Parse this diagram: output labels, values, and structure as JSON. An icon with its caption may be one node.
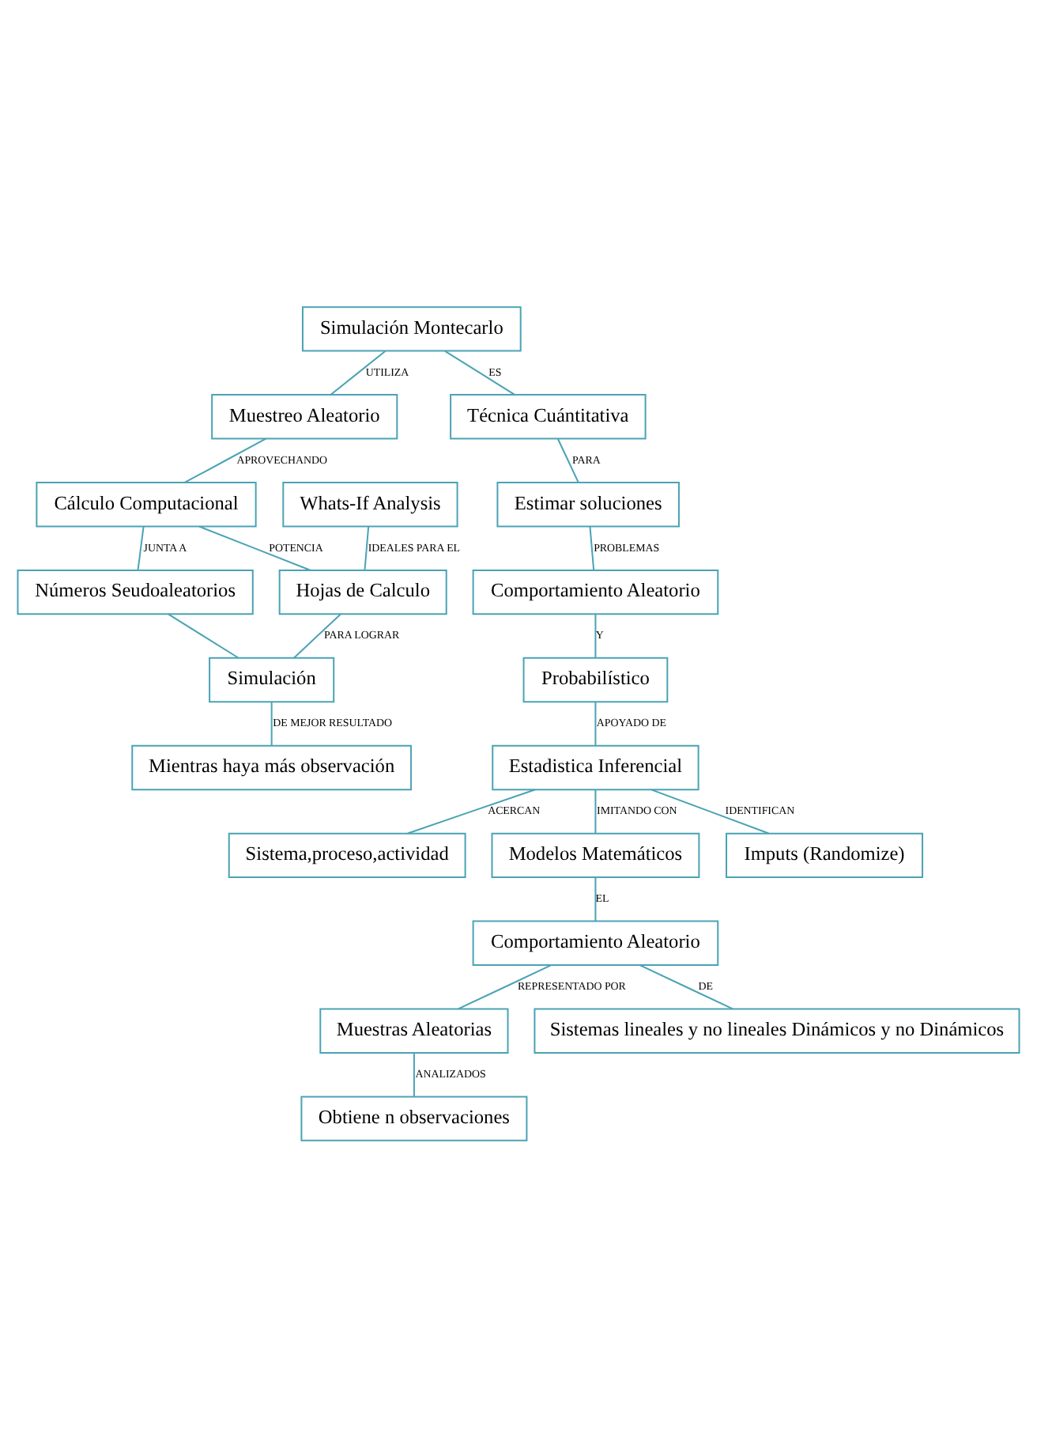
{
  "diagram": {
    "nodes": [
      {
        "text": [
          "Simulación Montecarlo"
        ]
      },
      {
        "text": [
          "Muestreo Aleatorio"
        ]
      },
      {
        "text": [
          "Cálculo Computacional"
        ]
      },
      {
        "text": [
          "Whats-If Analysis"
        ]
      },
      {
        "text": [
          "Técnica Cuántitativa"
        ]
      },
      {
        "text": [
          "Números Seudoaleatorios"
        ]
      },
      {
        "text": [
          "Hojas de Calculo"
        ]
      },
      {
        "text": [
          "Estimar soluciones"
        ]
      },
      {
        "text": [
          "Simulación"
        ]
      },
      {
        "text": [
          "Comportamiento Aleatorio"
        ]
      },
      {
        "text": [
          "Mientras haya más observación"
        ]
      },
      {
        "text": [
          "Probabilístico"
        ]
      },
      {
        "text": [
          "Estadistica Inferencial"
        ]
      },
      {
        "text": [
          "Sistema,proceso,actividad"
        ]
      },
      {
        "text": [
          "Modelos Matemáticos"
        ]
      },
      {
        "text": [
          "Imputs (Randomize)"
        ]
      },
      {
        "text": [
          "Comportamiento Aleatorio"
        ]
      },
      {
        "text": [
          "Muestras Aleatorias"
        ]
      },
      {
        "text": [
          "Sistemas lineales y no lineales Dinámicos y no Dinámicos"
        ]
      },
      {
        "text": [
          "Obtiene n observaciones"
        ]
      }
    ],
    "edges": [
      {
        "from": 0,
        "to": 1,
        "arrow": "none",
        "label": "UTILIZA"
      },
      {
        "from": 1,
        "to": 2,
        "arrow": "none",
        "label": "APROVECHANDO"
      },
      {
        "from": 2,
        "to": 5,
        "arrow": "none",
        "label": "JUNTA A"
      },
      {
        "from": 2,
        "to": 6,
        "arrow": "none",
        "label": "POTENCIA"
      },
      {
        "from": 3,
        "to": 6,
        "arrow": "none",
        "label": "IDEALES PARA EL"
      },
      {
        "from": 5,
        "to": 8,
        "arrow": "none"
      },
      {
        "from": 6,
        "to": 8,
        "arrow": "none",
        "label": "PARA LOGRAR"
      },
      {
        "from": 8,
        "to": 10,
        "arrow": "none",
        "label": "DE MEJOR RESULTADO"
      },
      {
        "from": 0,
        "to": 4,
        "arrow": "none",
        "label": "ES"
      },
      {
        "from": 4,
        "to": 7,
        "arrow": "none",
        "label": "PARA"
      },
      {
        "from": 7,
        "to": 9,
        "arrow": "none",
        "label": "PROBLEMAS"
      },
      {
        "from": 9,
        "to": 11,
        "arrow": "none",
        "label": "Y"
      },
      {
        "from": 11,
        "to": 12,
        "arrow": "none",
        "label": "APOYADO DE"
      },
      {
        "from": 12,
        "to": 13,
        "arrow": "none",
        "label": "ACERCAN"
      },
      {
        "from": 12,
        "to": 15,
        "arrow": "none",
        "label": "IDENTIFICAN"
      },
      {
        "from": 12,
        "to": 14,
        "arrow": "none",
        "label": "IMITANDO CON"
      },
      {
        "from": 14,
        "to": 16,
        "arrow": "none",
        "label": "EL"
      },
      {
        "from": 16,
        "to": 17,
        "arrow": "none",
        "label": "REPRESENTADO POR"
      },
      {
        "from": 16,
        "to": 18,
        "arrow": "none",
        "label": "DE"
      },
      {
        "from": 17,
        "to": 19,
        "arrow": "none",
        "label": "ANALIZADOS"
      }
    ]
  }
}
